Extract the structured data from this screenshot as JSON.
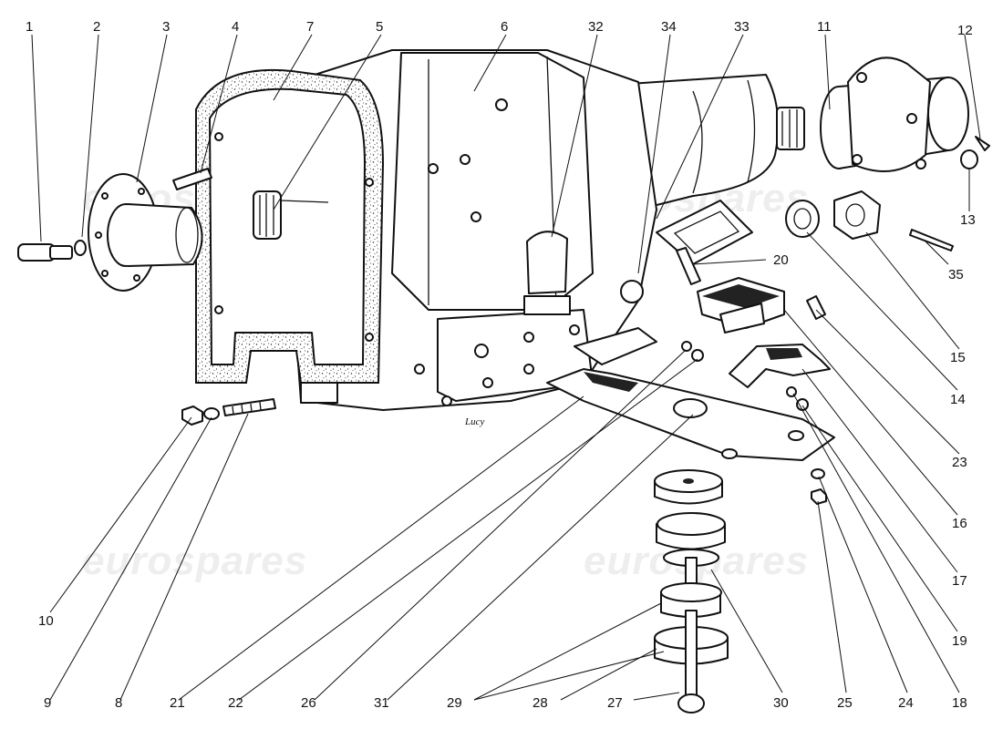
{
  "watermarks": [
    "eurospares",
    "eurospares",
    "eurospares",
    "eurospares"
  ],
  "signature": "Lucy",
  "callouts": [
    {
      "label": "1"
    },
    {
      "label": "2"
    },
    {
      "label": "3"
    },
    {
      "label": "4"
    },
    {
      "label": "7"
    },
    {
      "label": "5"
    },
    {
      "label": "6"
    },
    {
      "label": "32"
    },
    {
      "label": "34"
    },
    {
      "label": "33"
    },
    {
      "label": "11"
    },
    {
      "label": "12"
    },
    {
      "label": "13"
    },
    {
      "label": "35"
    },
    {
      "label": "15"
    },
    {
      "label": "14"
    },
    {
      "label": "20"
    },
    {
      "label": "23"
    },
    {
      "label": "16"
    },
    {
      "label": "17"
    },
    {
      "label": "19"
    },
    {
      "label": "18"
    },
    {
      "label": "24"
    },
    {
      "label": "25"
    },
    {
      "label": "30"
    },
    {
      "label": "27"
    },
    {
      "label": "28"
    },
    {
      "label": "29"
    },
    {
      "label": "31"
    },
    {
      "label": "26"
    },
    {
      "label": "22"
    },
    {
      "label": "21"
    },
    {
      "label": "8"
    },
    {
      "label": "9"
    },
    {
      "label": "10"
    }
  ]
}
